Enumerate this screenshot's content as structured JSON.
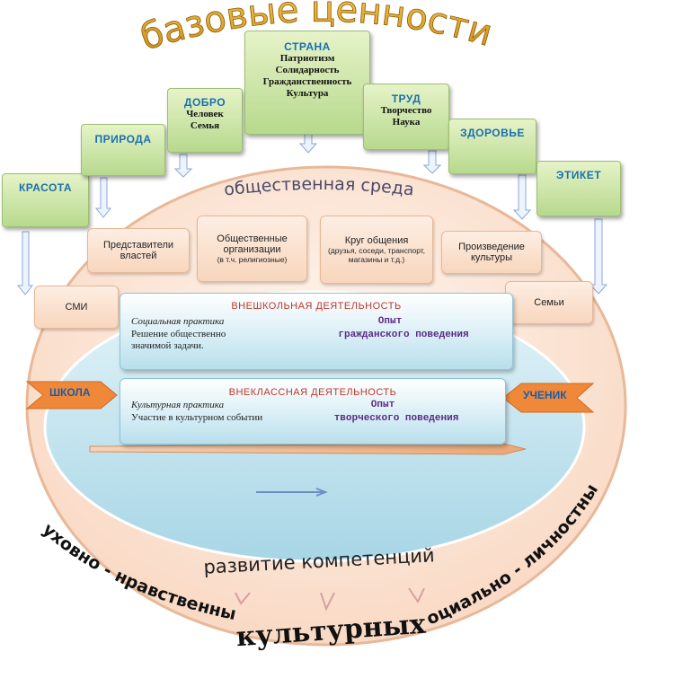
{
  "title": "базовые ценности",
  "values": {
    "krasota": {
      "title": "КРАСОТА",
      "items": []
    },
    "priroda": {
      "title": "ПРИРОДА",
      "items": []
    },
    "dobro": {
      "title": "ДОБРО",
      "items": [
        "Человек",
        "Семья"
      ]
    },
    "strana": {
      "title": "СТРАНА",
      "items": [
        "Патриотизм",
        "Солидарность",
        "Гражданственность",
        "Культура"
      ]
    },
    "trud": {
      "title": "ТРУД",
      "items": [
        "Творчество",
        "Наука"
      ]
    },
    "zdorovye": {
      "title": "ЗДОРОВЬЕ",
      "items": []
    },
    "etiket": {
      "title": "ЭТИКЕТ",
      "items": []
    }
  },
  "environment": {
    "label": "общественная среда",
    "boxes": {
      "authorities": "Представители властей",
      "orgs_title": "Общественные организации",
      "orgs_note": "(в т.ч. религиозные)",
      "circle_title": "Круг общения",
      "circle_note": "(друзья, соседи, транспорт, магазины и т.д.)",
      "culture": "Произведение культуры",
      "smi": "СМИ",
      "family": "Семьи"
    }
  },
  "outschool": {
    "heading": "ВНЕШКОЛЬНАЯ ДЕЯТЕЛЬНОСТЬ",
    "practice": "Социальная практика",
    "task": "Решение общественно значимой задачи.",
    "result_1": "Опыт",
    "result_2": "гражданского поведения"
  },
  "extracurricular": {
    "heading": "ВНЕКЛАССНАЯ ДЕЯТЕЛЬНОСТЬ",
    "practice": "Культурная практика",
    "task": "Участие в культурном событии",
    "result_1": "Опыт",
    "result_2": "творческого поведения"
  },
  "school": "ШКОЛА",
  "student": "УЧЕНИК",
  "development": "развитие компетенций",
  "competencies": {
    "left": "духовно - нравственных",
    "center": "культурных",
    "right": "социально - личностных"
  },
  "colors": {
    "green_box": "#c6e3a1",
    "title_blue": "#1a6fb0",
    "peach": "#fbe3d2",
    "ellipse_fill": "#fde9dc",
    "ellipse_stroke": "#e8b898",
    "lake": "#b8dfec",
    "heading_red": "#c0392b",
    "result_purple": "#5b2a86",
    "orange_arrow": "#f0883a"
  }
}
